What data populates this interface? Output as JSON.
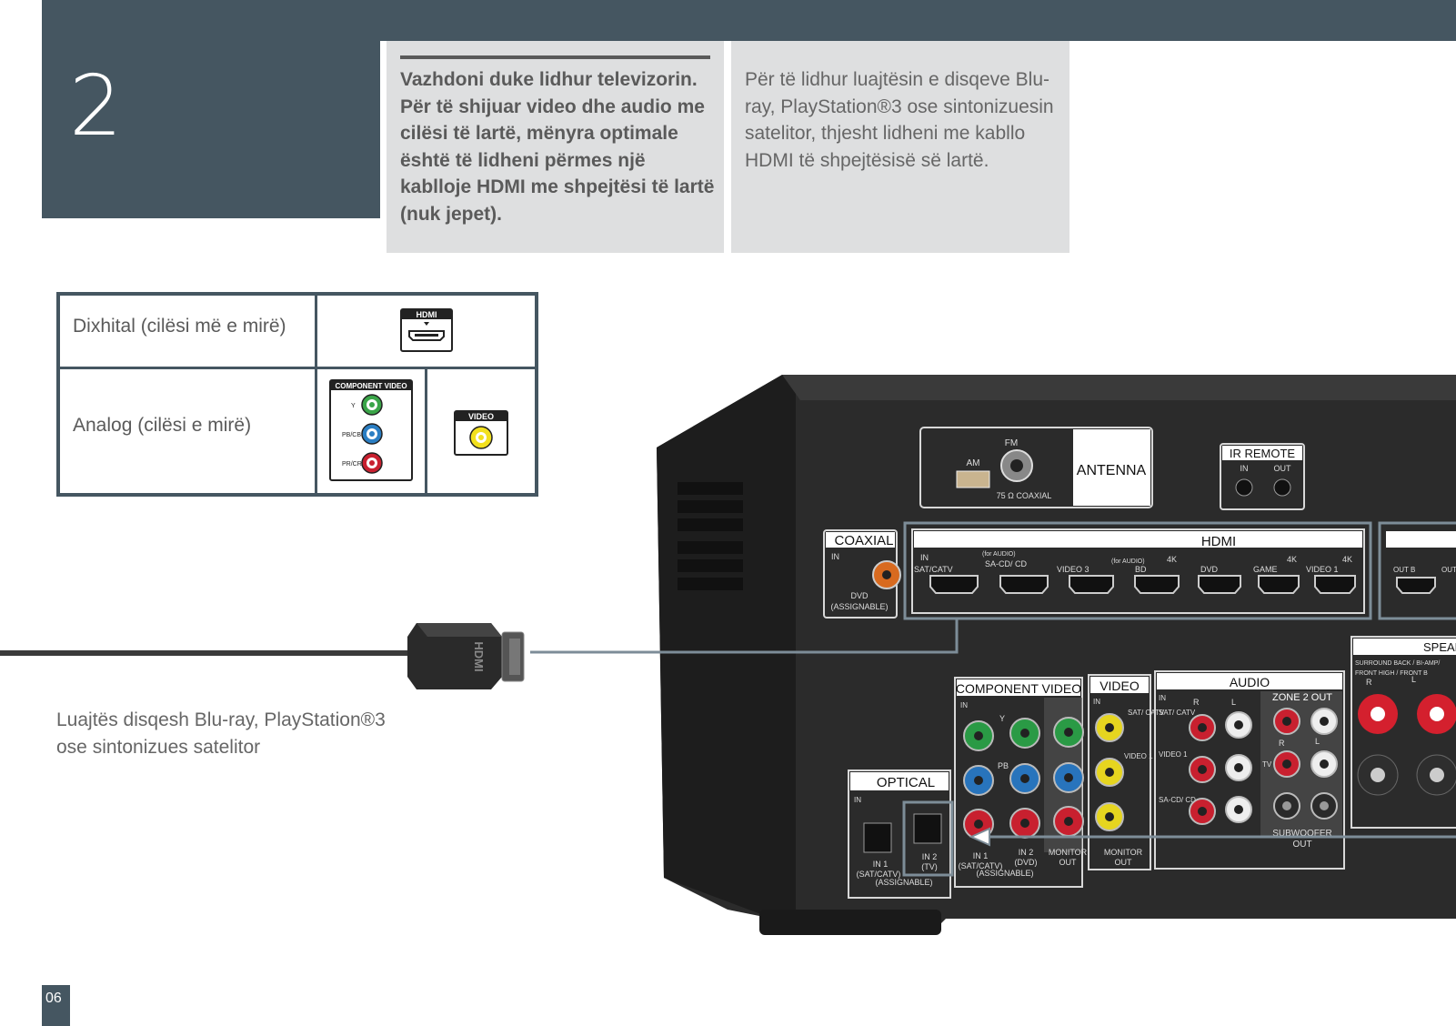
{
  "step": {
    "number": "2"
  },
  "intro": {
    "bold_text": "Vazhdoni duke lidhur televizorin. Për të shijuar video dhe audio me cilësi të lartë, mënyra optimale është të lidheni përmes një kablloje HDMI me shpejtësi të lartë (nuk jepet).",
    "text": "Për të lidhur luajtësin e disqeve Blu-ray, PlayStation®3 ose sintonizuesin satelitor, thjesht lidheni me kabllo HDMI të shpejtësisë së lartë."
  },
  "table": {
    "digital_label": "Dixhital (cilësi më e mirë)",
    "analog_label": "Analog (cilësi e mirë)",
    "hdmi_badge": "HDMI",
    "component_badge": "COMPONENT VIDEO",
    "component_y": "Y",
    "component_pb": "PB/CB",
    "component_pr": "PR/CR",
    "video_badge": "VIDEO"
  },
  "cable": {
    "caption_line1": "Luajtës disqesh Blu-ray, PlayStation®3",
    "caption_line2": "ose sintonizues satelitor",
    "plug_label": "HDMI"
  },
  "panel": {
    "am": "AM",
    "fm": "FM",
    "coax_ohm": "75 Ω COAXIAL",
    "antenna": "ANTENNA",
    "ir_remote": "IR REMOTE",
    "ir_in": "IN",
    "ir_out": "OUT",
    "coaxial": "COAXIAL",
    "in": "IN",
    "dvd": "DVD",
    "assignable": "(ASSIGNABLE)",
    "hdmi": "HDMI",
    "hdmi_ports": [
      "SAT/CATV",
      "SA-CD/ CD",
      "VIDEO 3",
      "BD",
      "DVD",
      "GAME",
      "VIDEO 1"
    ],
    "for_audio": "(for AUDIO)",
    "fourk": "4K",
    "out_b": "OUT B",
    "out": "OUT",
    "speakers": "SPEAKERS",
    "surround_back": "SURROUND BACK / BI-AMP/",
    "front_high": "FRONT HIGH / FRONT B",
    "r": "R",
    "l": "L",
    "component_video": "COMPONENT VIDEO",
    "video": "VIDEO",
    "audio": "AUDIO",
    "zone2_out": "ZONE 2 OUT",
    "tv": "TV",
    "sat_catv": "SAT/ CATV",
    "video1": "VIDEO 1",
    "sacd_cd": "SA-CD/ CD",
    "optical": "OPTICAL",
    "opt_in1": "IN 1",
    "opt_in1_sub": "(SAT/CATV)",
    "opt_in2": "IN 2",
    "opt_in2_sub": "(TV)",
    "opt_assign": "(ASSIGNABLE)",
    "comp_in1": "IN 1",
    "comp_in1_sub": "(SAT/CATV)",
    "comp_in2": "IN 2",
    "comp_in2_sub": "(DVD)",
    "comp_assign": "(ASSIGNABLE)",
    "monitor": "MONITOR",
    "out_word": "OUT",
    "subwoofer": "SUBWOOFER",
    "y": "Y",
    "pb": "PB"
  },
  "page": {
    "number": "06"
  },
  "colors": {
    "brand": "#455661",
    "panel_bg": "#dedfe0",
    "text": "#5a5a5a"
  }
}
